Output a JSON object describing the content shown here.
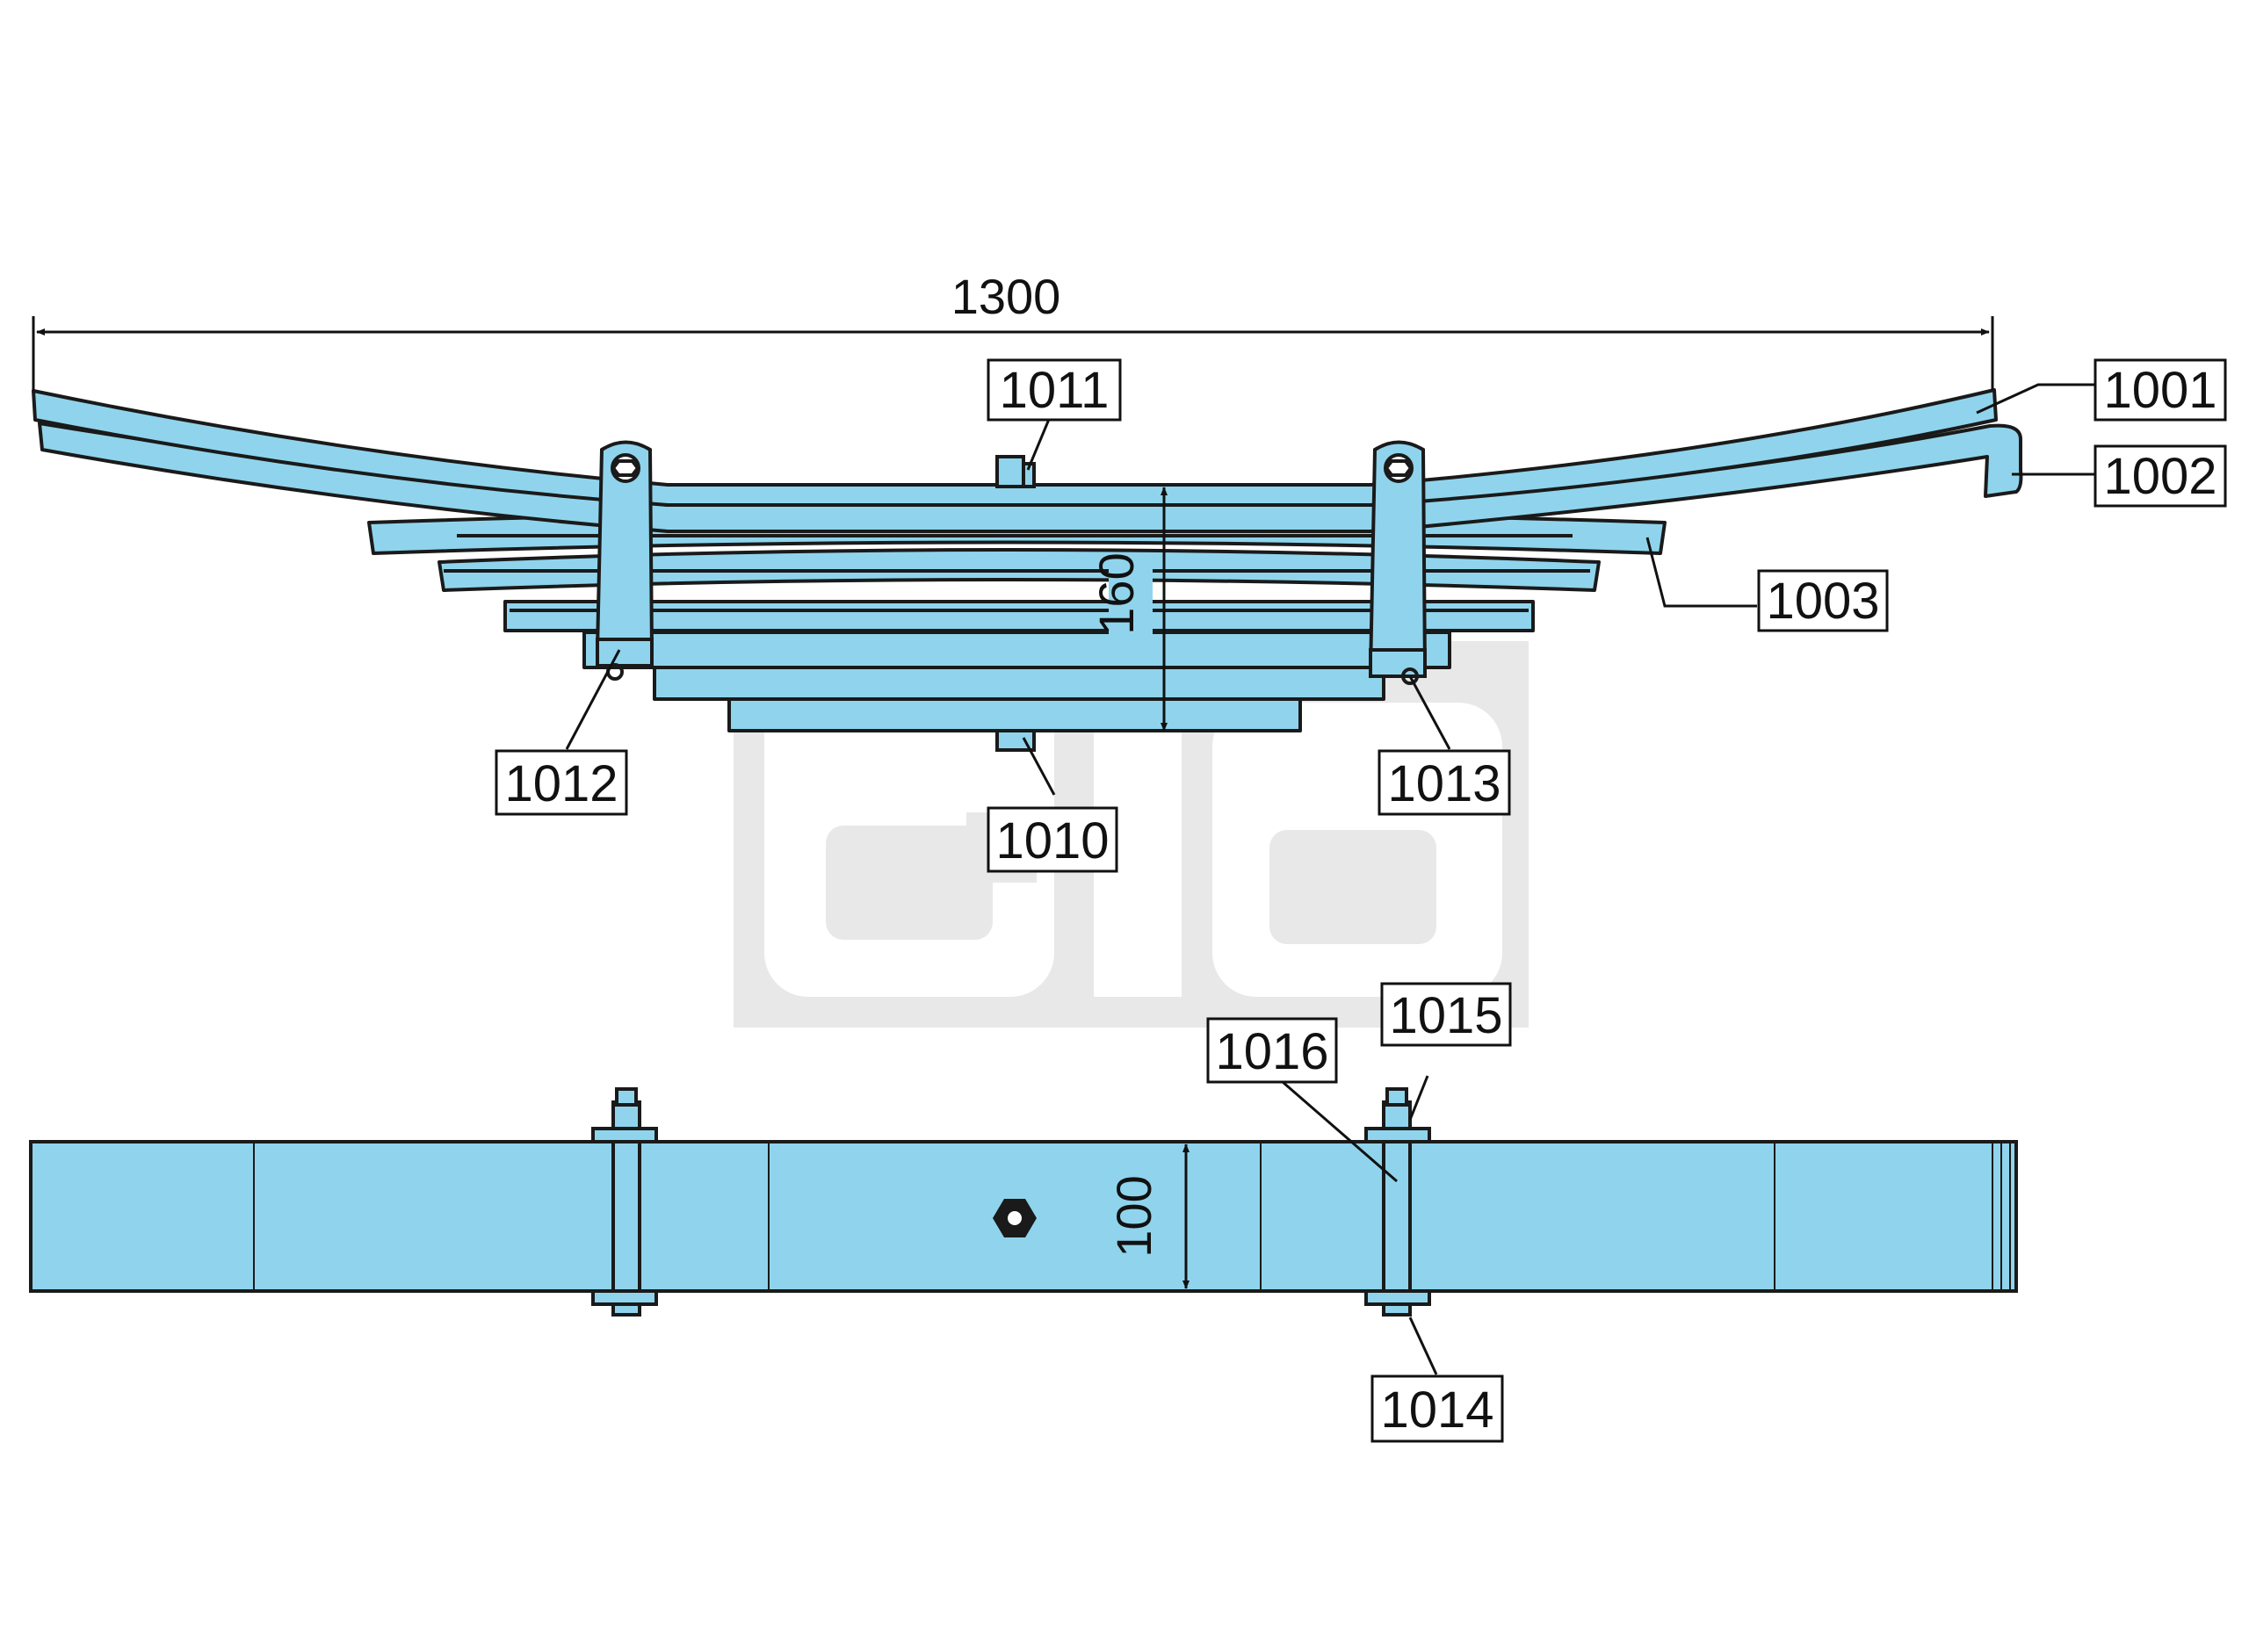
{
  "dimensions": {
    "length": "1300",
    "stack_height": "160",
    "width": "100"
  },
  "callouts": {
    "c1001": "1001",
    "c1002": "1002",
    "c1003": "1003",
    "c1010": "1010",
    "c1011": "1011",
    "c1012": "1012",
    "c1013": "1013",
    "c1014": "1014",
    "c1015": "1015",
    "c1016": "1016"
  },
  "colors": {
    "spring": "#8fd4ec",
    "outline": "#1a1a1a",
    "watermark": "#e6e6e6"
  },
  "watermark_text": "GIG"
}
